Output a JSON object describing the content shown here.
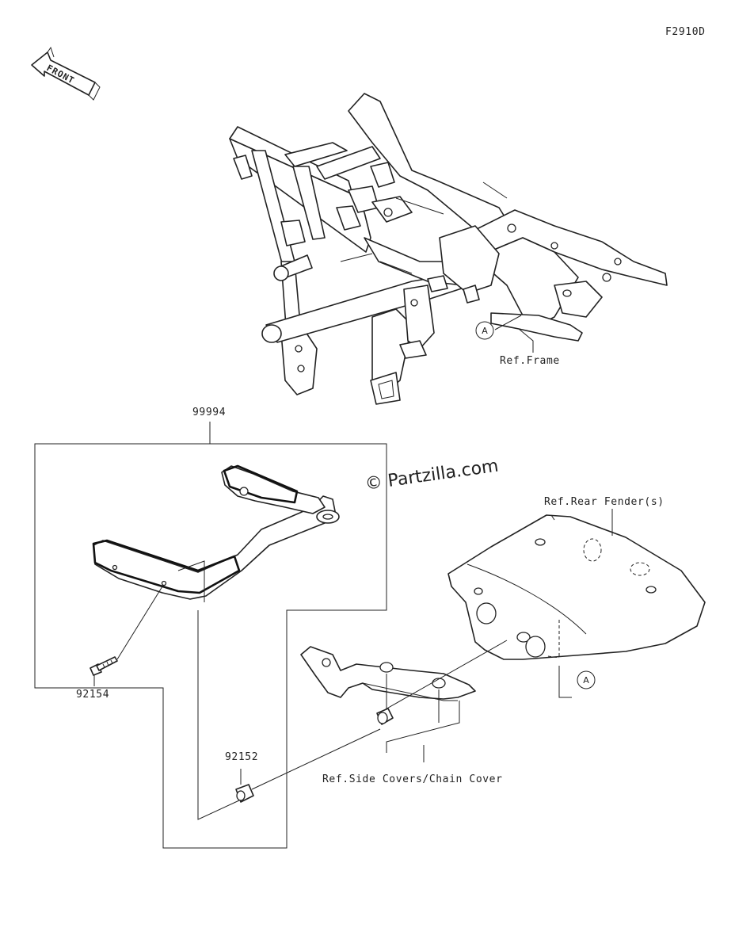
{
  "diagram_code": "F2910D",
  "front_arrow": {
    "label": "FRONT",
    "icon": "front-arrow-icon"
  },
  "watermark": "© Partzilla.com",
  "callouts": {
    "ref_frame": "Ref.Frame",
    "ref_rear_fender": "Ref.Rear Fender(s)",
    "ref_side_covers": "Ref.Side Covers/Chain Cover",
    "marker_a_1": "A",
    "marker_a_2": "A"
  },
  "part_numbers": {
    "assembly": "99994",
    "bolt": "92154",
    "collar": "92152"
  }
}
